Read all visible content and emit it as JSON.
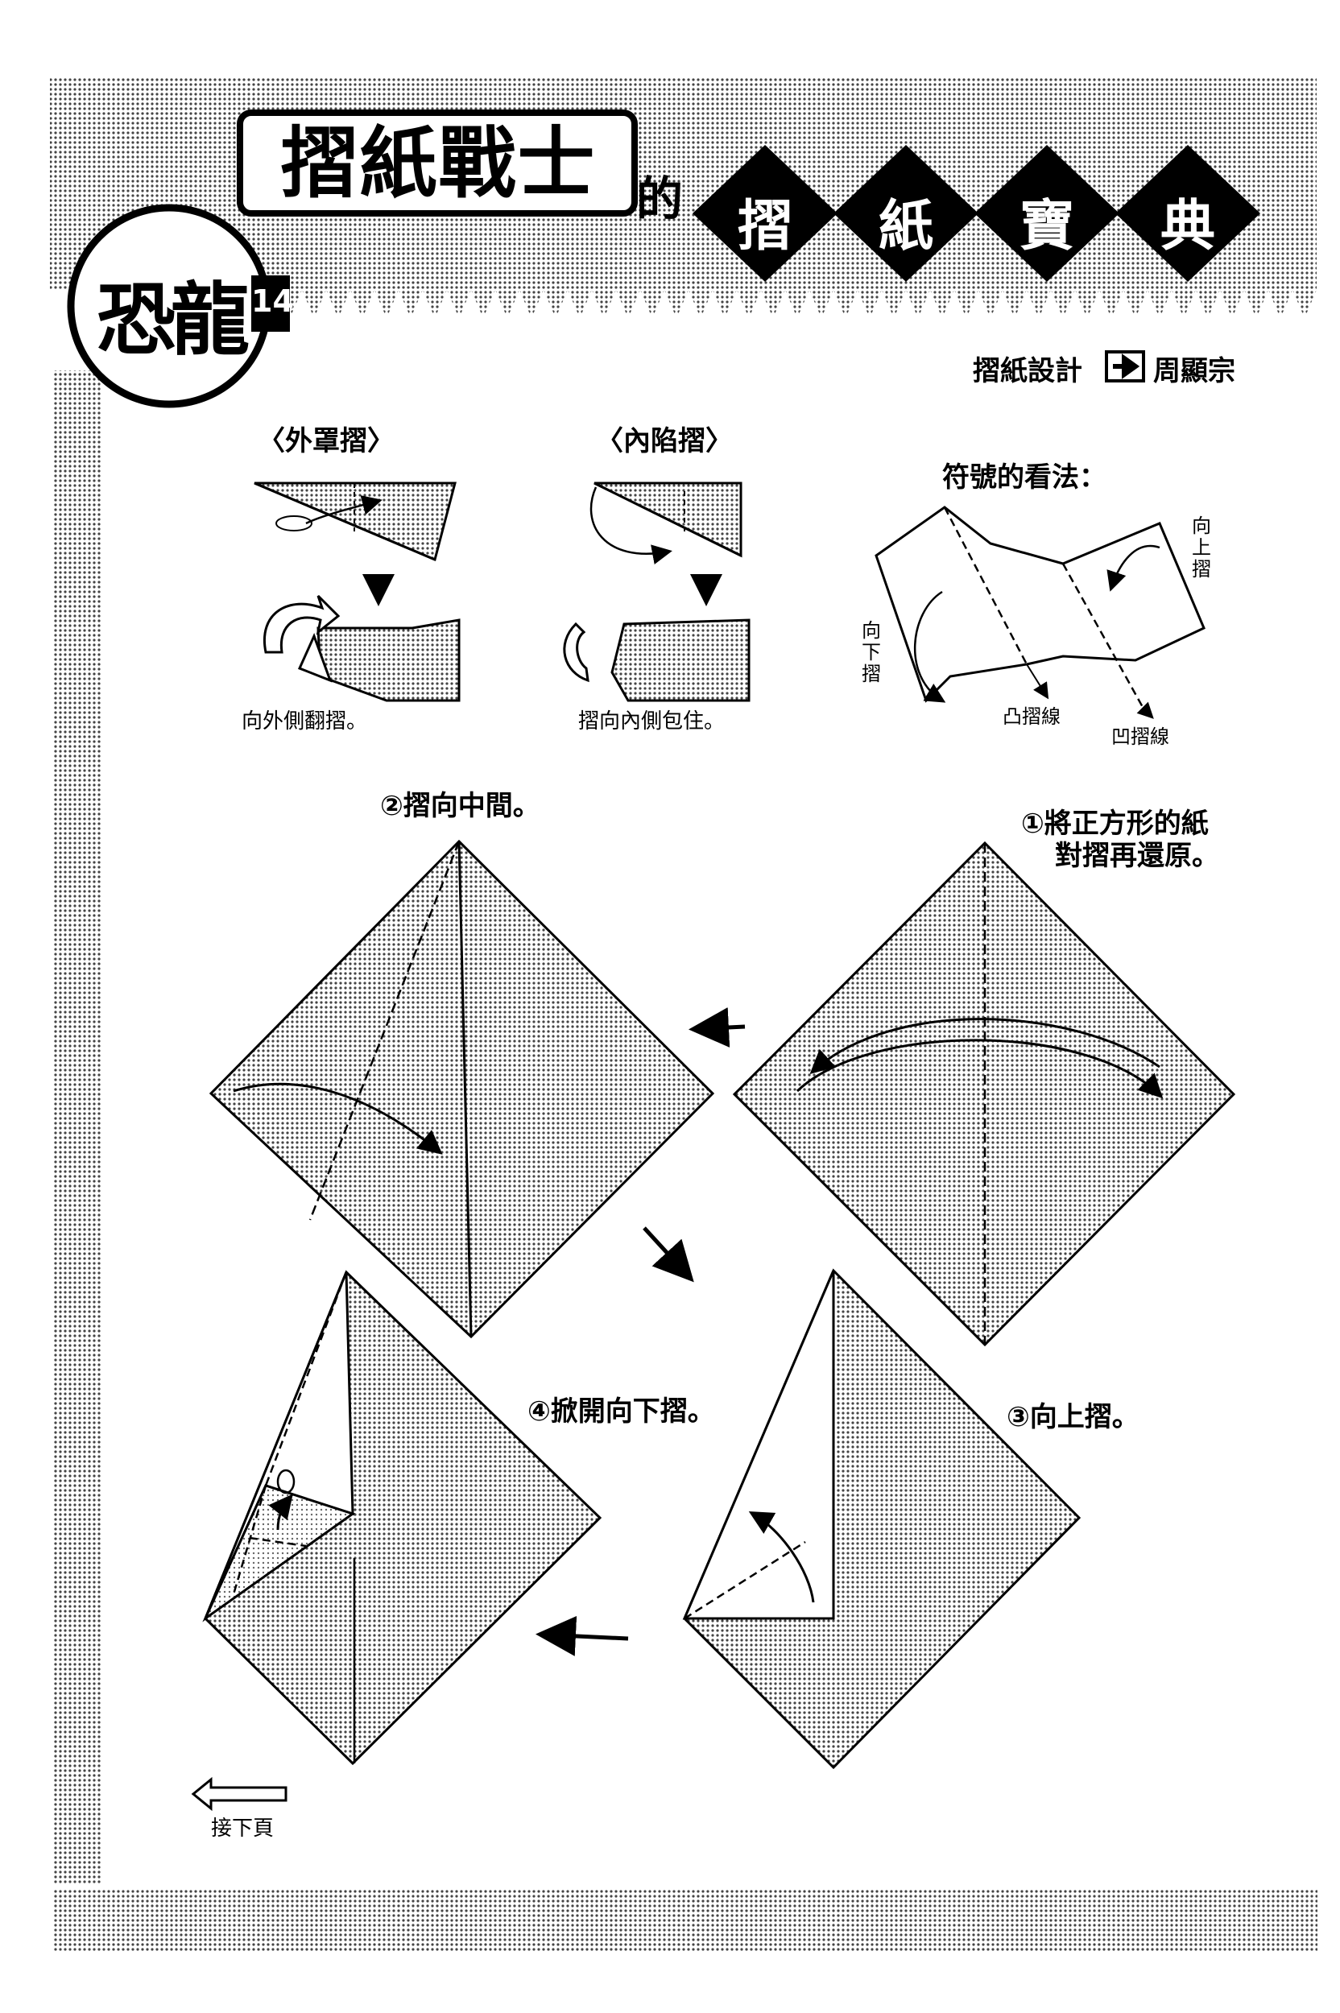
{
  "header": {
    "title_logo": "摺紙戰士",
    "particle": "的",
    "book_chars": [
      "摺",
      "紙",
      "寶",
      "典"
    ],
    "model_name": "恐龍",
    "episode": "14",
    "credit": "摺紙設計",
    "designer": "周顯宗"
  },
  "technique_outside": {
    "title": "〈外罩摺〉",
    "caption": "向外側翻摺。"
  },
  "technique_inside": {
    "title": "〈內陷摺〉",
    "caption": "摺向內側包住。"
  },
  "symbols": {
    "title": "符號的看法：",
    "fold_up": "向上摺",
    "fold_down": "向下摺",
    "mountain_line": "凸摺線",
    "valley_line": "凹摺線"
  },
  "steps": {
    "step1_line1": "①將正方形的紙",
    "step1_line2": "對摺再還原。",
    "step2": "②摺向中間。",
    "step3": "③向上摺。",
    "step4": "④掀開向下摺。"
  },
  "footer": {
    "next_page": "接下頁"
  }
}
